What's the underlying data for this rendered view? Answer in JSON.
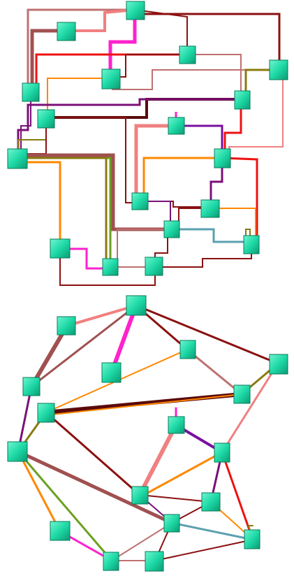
{
  "diagrams": [
    {
      "name": "orthogonal-routing",
      "node_color": "#1ed9a6",
      "nodes": [
        "n1",
        "n2",
        "n3",
        "n4",
        "n5",
        "n6",
        "n7",
        "n8",
        "n9",
        "n10",
        "n11",
        "n12",
        "n13",
        "n14",
        "n15",
        "n16",
        "n17",
        "n18",
        "n19",
        "n20"
      ]
    },
    {
      "name": "straight-routing",
      "node_color": "#1ed9a6",
      "nodes": [
        "n1",
        "n2",
        "n3",
        "n4",
        "n5",
        "n6",
        "n7",
        "n8",
        "n9",
        "n10",
        "n11",
        "n12",
        "n13",
        "n14",
        "n15",
        "n16",
        "n17",
        "n18",
        "n19",
        "n20"
      ]
    }
  ],
  "edge_colors": {
    "dark-red": "#8b1010",
    "red": "#ee1111",
    "pink": "#ff22cc",
    "salmon": "#f08080",
    "orange": "#ff8800",
    "purple": "#7a1077",
    "maroon": "#5a0a0a",
    "olive": "#8a7a10",
    "green-olive": "#6aa020",
    "teal": "#5aa0b0",
    "rose": "#c07070"
  }
}
